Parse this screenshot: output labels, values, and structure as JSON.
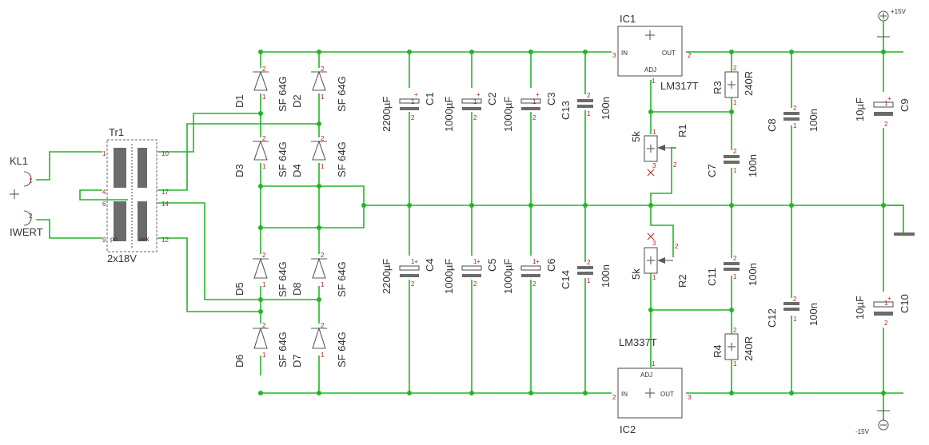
{
  "connector": {
    "name": "KL1",
    "value": "IWERT",
    "pins": [
      "1",
      "2"
    ]
  },
  "transformer": {
    "name": "Tr1",
    "value": "2x18V",
    "prim_label": "pri",
    "sec_label": "sek",
    "pins": [
      "1",
      "4",
      "6",
      "9",
      "10",
      "17",
      "14",
      "12"
    ]
  },
  "diodes": [
    {
      "name": "D1",
      "value": "SF 64G"
    },
    {
      "name": "D2",
      "value": "SF 64G"
    },
    {
      "name": "D3",
      "value": "SF 64G"
    },
    {
      "name": "D4",
      "value": "SF 64G"
    },
    {
      "name": "D5",
      "value": "SF 64G"
    },
    {
      "name": "D8",
      "value": "SF 64G"
    },
    {
      "name": "D6",
      "value": "SF 64G"
    },
    {
      "name": "D7",
      "value": "SF 64G"
    }
  ],
  "capacitors": [
    {
      "name": "C1",
      "value": "2200µF"
    },
    {
      "name": "C2",
      "value": "1000µF"
    },
    {
      "name": "C3",
      "value": "1000µF"
    },
    {
      "name": "C13",
      "value": "100n"
    },
    {
      "name": "C4",
      "value": "2200µF"
    },
    {
      "name": "C5",
      "value": "1000µF"
    },
    {
      "name": "C6",
      "value": "1000µF"
    },
    {
      "name": "C14",
      "value": "100n"
    },
    {
      "name": "C7",
      "value": "100n"
    },
    {
      "name": "C8",
      "value": "100n"
    },
    {
      "name": "C11",
      "value": "100n"
    },
    {
      "name": "C12",
      "value": "100n"
    },
    {
      "name": "C9",
      "value": "10µF"
    },
    {
      "name": "C10",
      "value": "10µF"
    }
  ],
  "resistors": [
    {
      "name": "R3",
      "value": "240R"
    },
    {
      "name": "R4",
      "value": "240R"
    },
    {
      "name": "R1",
      "value": "5k"
    },
    {
      "name": "R2",
      "value": "5k"
    }
  ],
  "regulators": [
    {
      "name": "IC1",
      "value": "LM317T",
      "pin_in": "IN",
      "pin_out": "OUT",
      "pin_adj": "ADJ"
    },
    {
      "name": "IC2",
      "value": "LM337T",
      "pin_in": "IN",
      "pin_out": "OUT",
      "pin_adj": "ADJ"
    }
  ],
  "supplies": {
    "positive": "+15V",
    "negative": "-15V"
  },
  "pin_numbers": [
    "1",
    "2",
    "3"
  ],
  "colors": {
    "wire": "#22b526",
    "pin": "#b22222",
    "outline": "#5a5a5a"
  }
}
